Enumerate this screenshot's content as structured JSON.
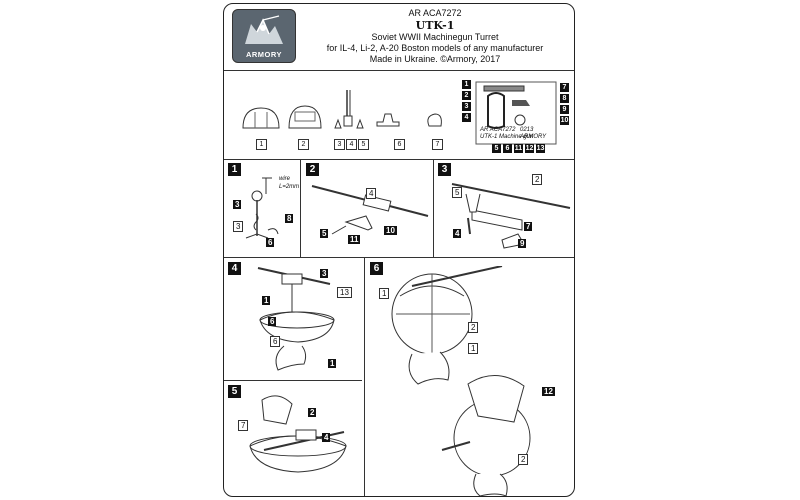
{
  "header": {
    "code": "AR ACA7272",
    "name": "UTK-1",
    "line1": "Soviet WWII Machinegun Turret",
    "line2": "for IL-4, Li-2, A-20 Boston models of any manufacturer",
    "line3": "Made in Ukraine. ©Armory, 2017"
  },
  "logo": {
    "brand": "ARMORY",
    "bg": "#5b6670"
  },
  "parts_overview": {
    "labels": [
      "1",
      "2",
      "3",
      "4",
      "5",
      "6",
      "7"
    ],
    "pe_sheet_numbers": [
      "1",
      "2",
      "3",
      "4",
      "5",
      "6",
      "7",
      "8",
      "9",
      "10",
      "11",
      "12",
      "13"
    ]
  },
  "pe_fret_text": {
    "line1": "AR ACA7272",
    "line2": "UTK-1 Machine gun",
    "line3": "0213",
    "line4": "ARMORY"
  },
  "steps": [
    {
      "num": "1",
      "wire_note": "wire",
      "wire_len": "L=2mm",
      "callouts": [
        "3",
        "8",
        "6",
        "3"
      ]
    },
    {
      "num": "2",
      "callouts": [
        "4",
        "5",
        "11",
        "10"
      ]
    },
    {
      "num": "3",
      "callouts": [
        "2",
        "5",
        "4",
        "7",
        "9"
      ]
    },
    {
      "num": "4",
      "callouts": [
        "3",
        "1",
        "13",
        "6",
        "6",
        "1"
      ]
    },
    {
      "num": "5",
      "callouts": [
        "7",
        "2",
        "4"
      ]
    },
    {
      "num": "6",
      "callouts": [
        "1",
        "2",
        "1",
        "12",
        "2"
      ]
    }
  ]
}
